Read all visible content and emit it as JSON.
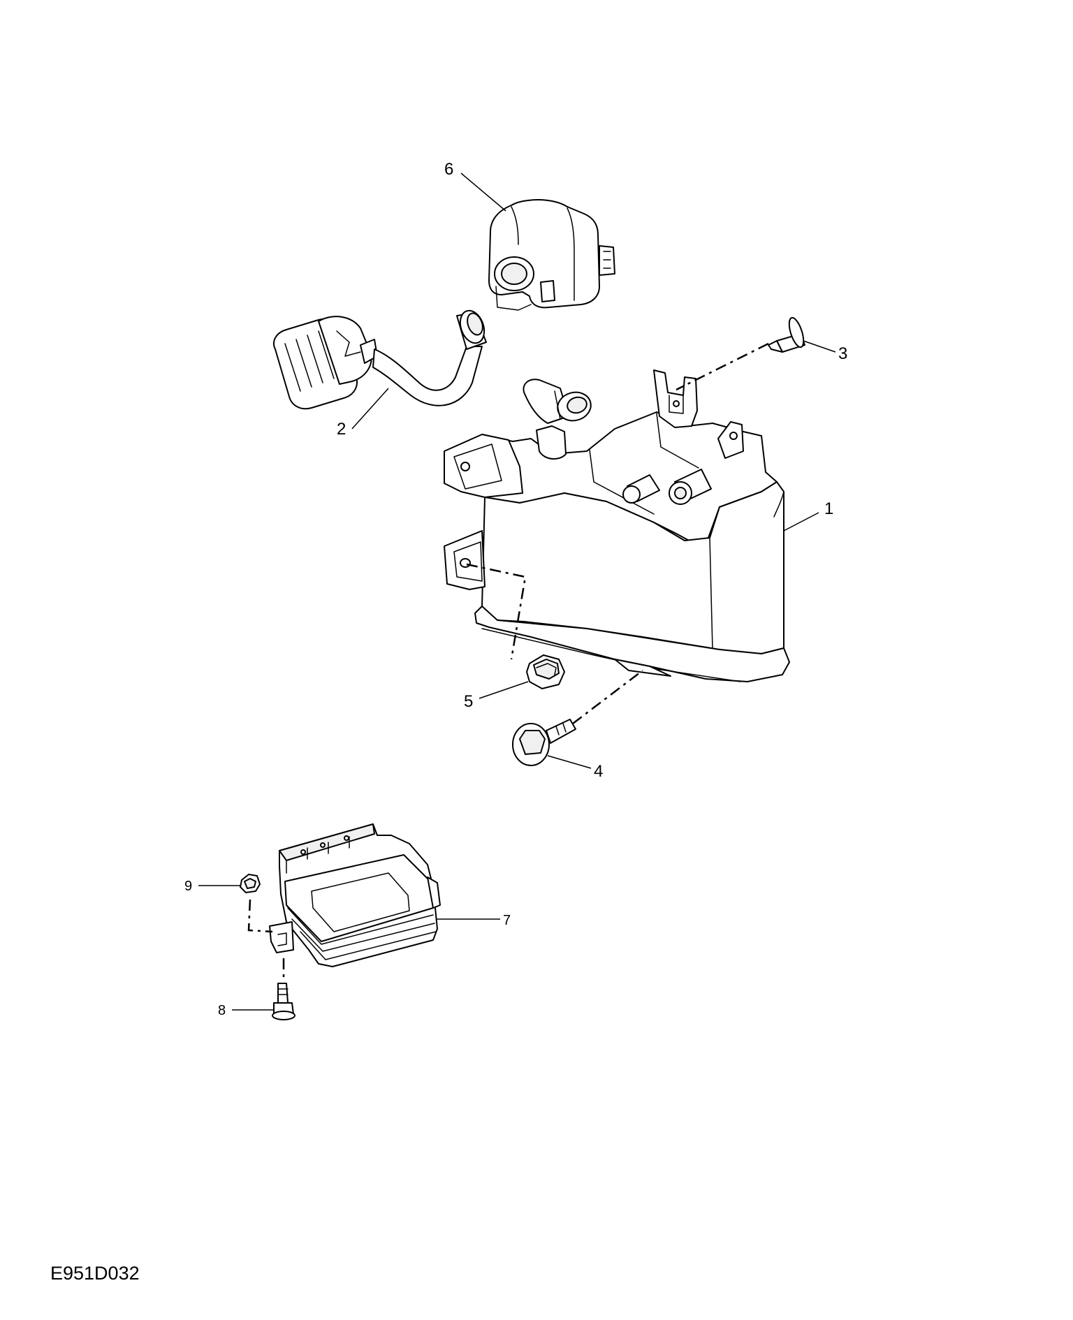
{
  "figure_code": "E951D032",
  "callouts": [
    {
      "id": "1",
      "text": "1"
    },
    {
      "id": "2",
      "text": "2"
    },
    {
      "id": "3",
      "text": "3"
    },
    {
      "id": "4",
      "text": "4"
    },
    {
      "id": "5",
      "text": "5"
    },
    {
      "id": "6",
      "text": "6"
    },
    {
      "id": "7",
      "text": "7"
    },
    {
      "id": "8",
      "text": "8"
    },
    {
      "id": "9",
      "text": "9"
    }
  ],
  "colors": {
    "line": "#000000",
    "background": "#ffffff"
  }
}
